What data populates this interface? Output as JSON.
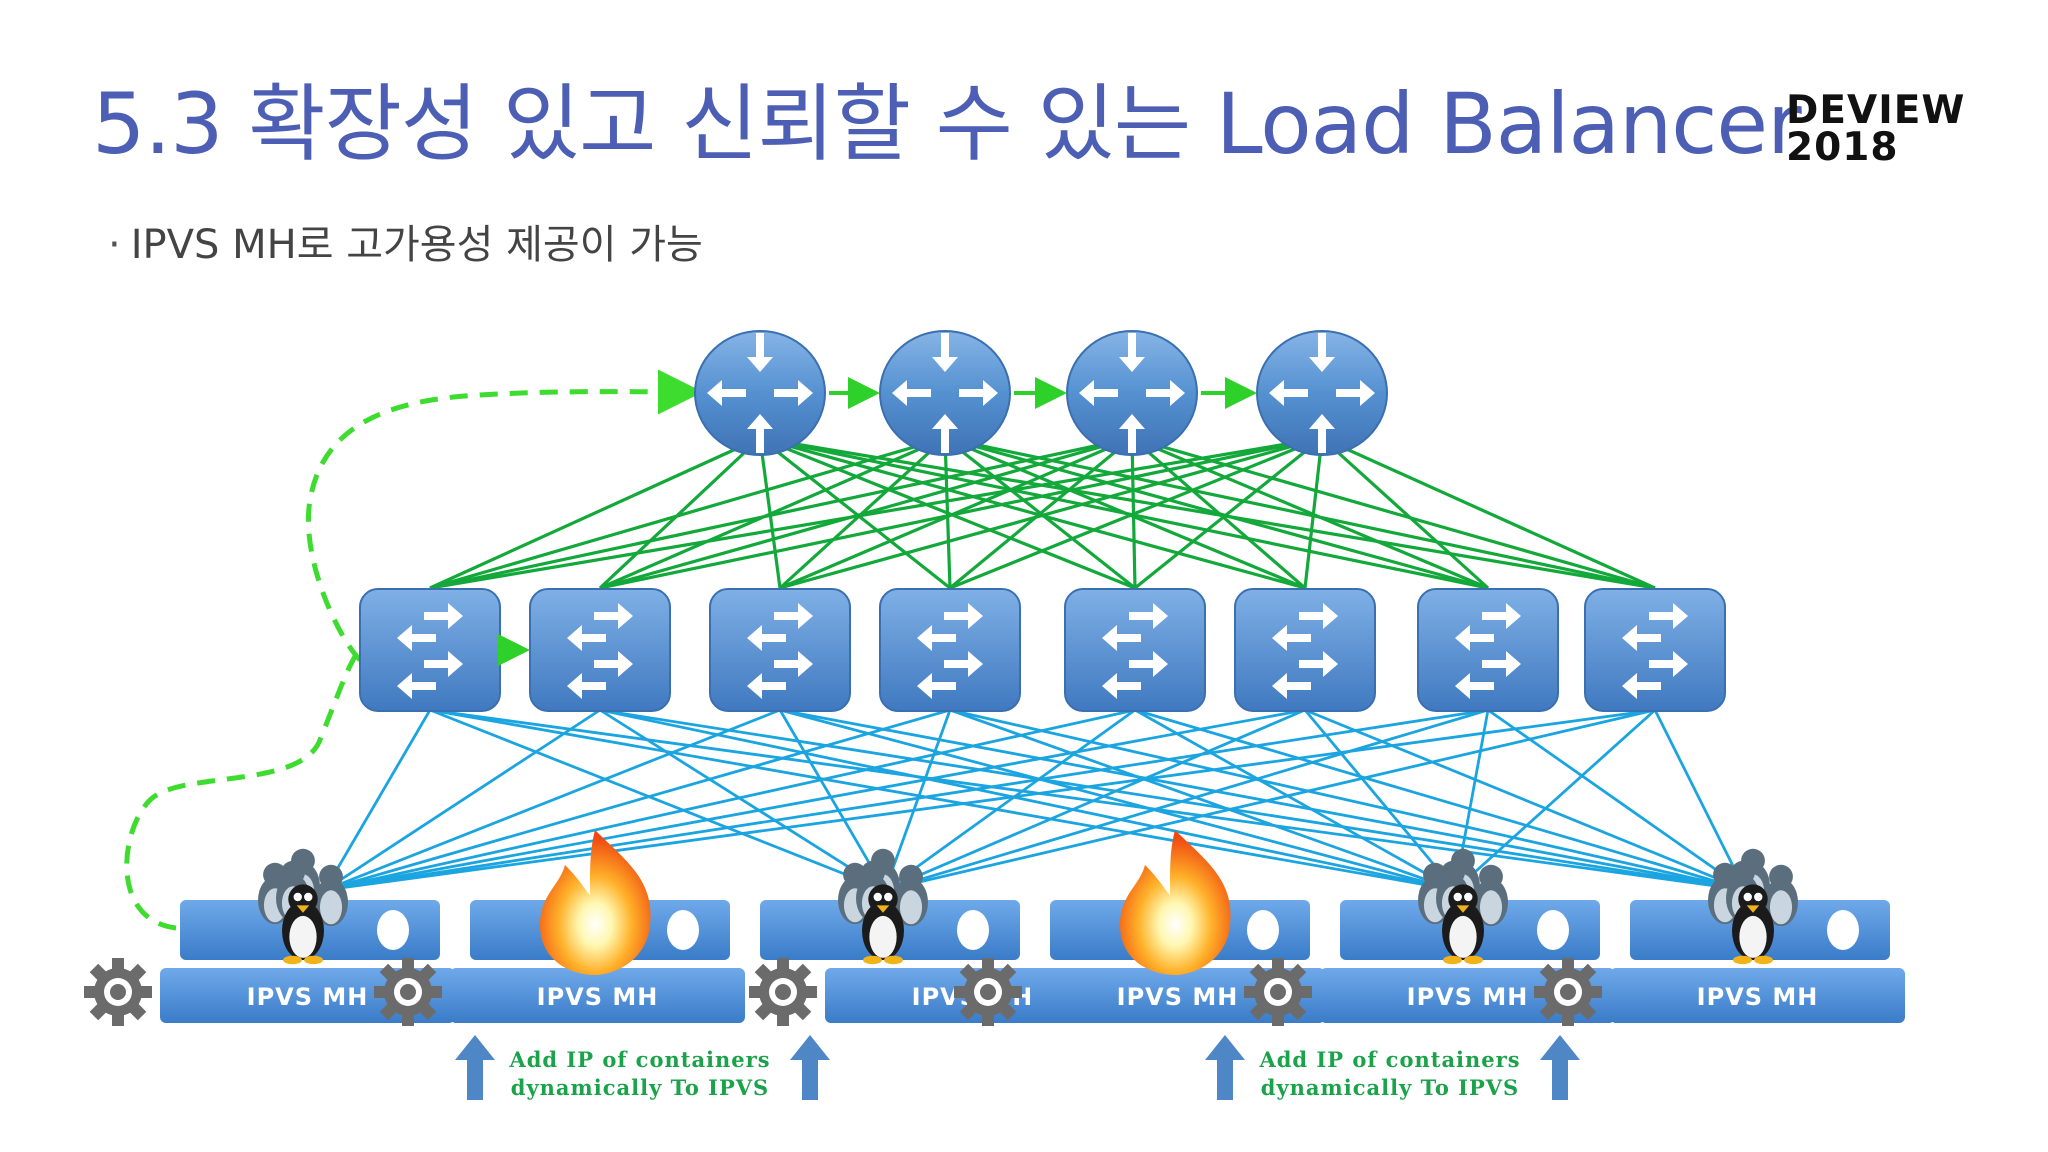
{
  "header": {
    "title": "5.3 확장성 있고 신뢰할 수 있는 Load Balancer",
    "logo_line1": "DEVIEW",
    "logo_line2": "2018"
  },
  "subtitle": {
    "bullet": "·",
    "text": "IPVS MH로 고가용성 제공이 가능"
  },
  "diagram": {
    "routers": [
      {
        "icon": "router-icon"
      },
      {
        "icon": "router-icon"
      },
      {
        "icon": "router-icon"
      },
      {
        "icon": "router-icon"
      }
    ],
    "switches": [
      {
        "icon": "switch-icon"
      },
      {
        "icon": "switch-icon"
      },
      {
        "icon": "switch-icon"
      },
      {
        "icon": "switch-icon"
      },
      {
        "icon": "switch-icon"
      },
      {
        "icon": "switch-icon"
      },
      {
        "icon": "switch-icon"
      },
      {
        "icon": "switch-icon"
      }
    ],
    "ipvs_nodes": [
      {
        "label": "IPVS MH",
        "state": "healthy"
      },
      {
        "label": "IPVS MH",
        "state": "failed"
      },
      {
        "label": "IPVS MH",
        "state": "healthy"
      },
      {
        "label": "IPVS MH",
        "state": "failed"
      },
      {
        "label": "IPVS MH",
        "state": "healthy"
      },
      {
        "label": "IPVS MH",
        "state": "healthy"
      }
    ],
    "notes": [
      {
        "line1": "Add IP  of containers",
        "line2": "dynamically To IPVS"
      },
      {
        "line1": "Add IP  of containers",
        "line2": "dynamically To IPVS"
      }
    ],
    "colors": {
      "router_fill": "#4f86c6",
      "switch_fill": "#4f86c6",
      "green_link": "#13a83a",
      "blue_link": "#1aa4e0",
      "dashed_link": "#3ddc2e",
      "node_bar": "#4a8fd6",
      "arrow_up": "#4f86c6"
    }
  }
}
